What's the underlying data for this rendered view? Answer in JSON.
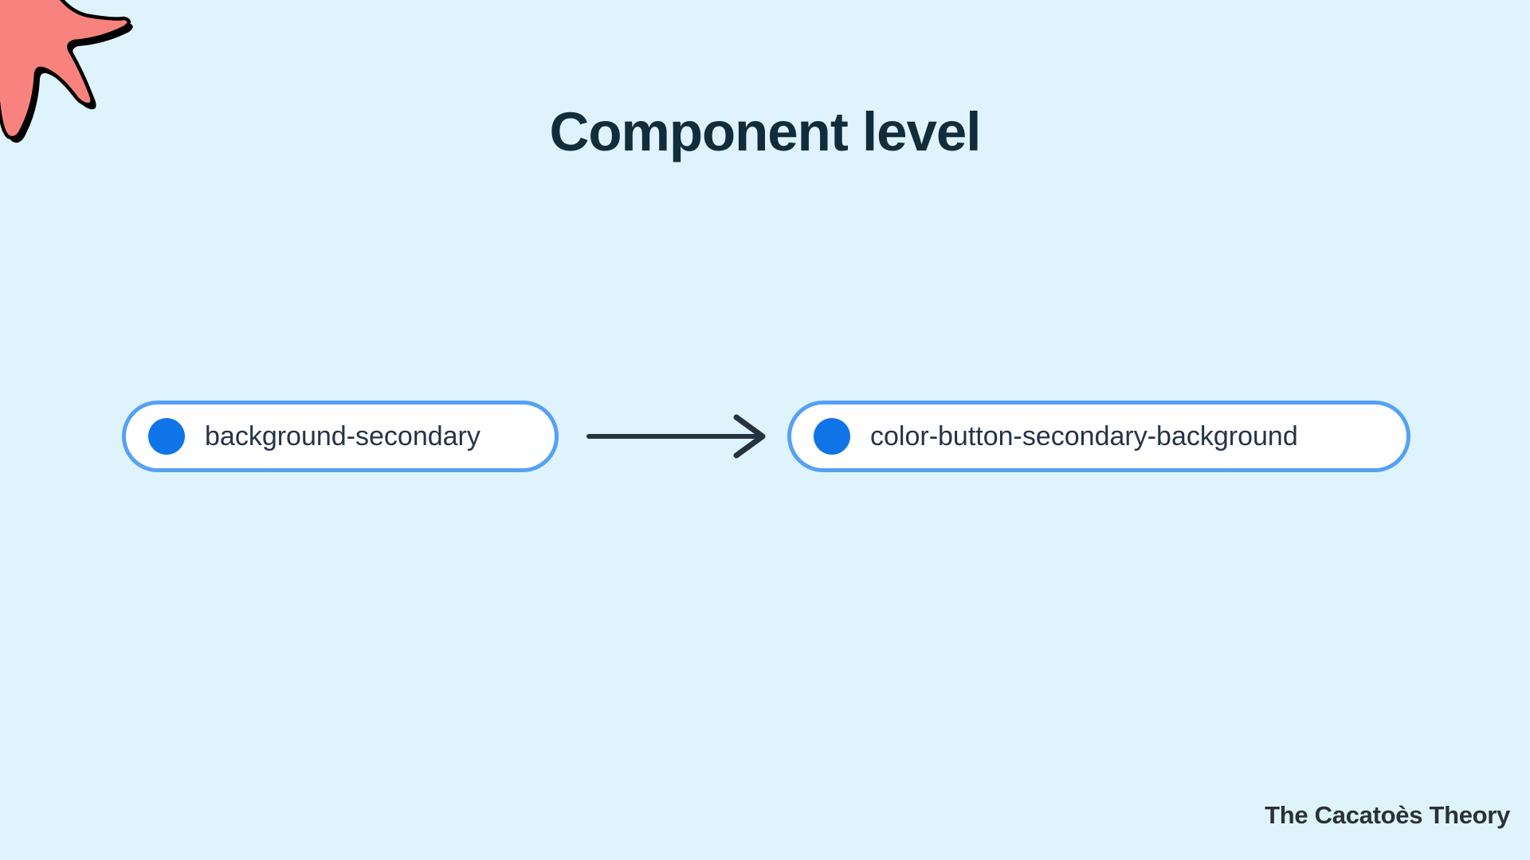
{
  "slide": {
    "title": "Component level",
    "footer": "The Cacatoès Theory"
  },
  "token_mapping": {
    "source_token": "background-secondary",
    "target_token": "color-button-secondary-background"
  },
  "icons": {
    "source_dot": "blue color-swatch dot",
    "target_dot": "blue color-swatch dot",
    "arrow": "right-pointing arrow connecting source to target",
    "decoration": "coral starburst with black outline, top-left corner"
  },
  "colors": {
    "background": "#DEF3FB",
    "title_text": "#112D3B",
    "pill_border": "#56A1F4",
    "pill_background": "#FFFFFF",
    "pill_text": "#263347",
    "dot_blue": "#0F74E8",
    "arrow": "#273141",
    "star_fill": "#F8827D",
    "star_outline": "#000000",
    "footer_text": "#2B3137"
  }
}
